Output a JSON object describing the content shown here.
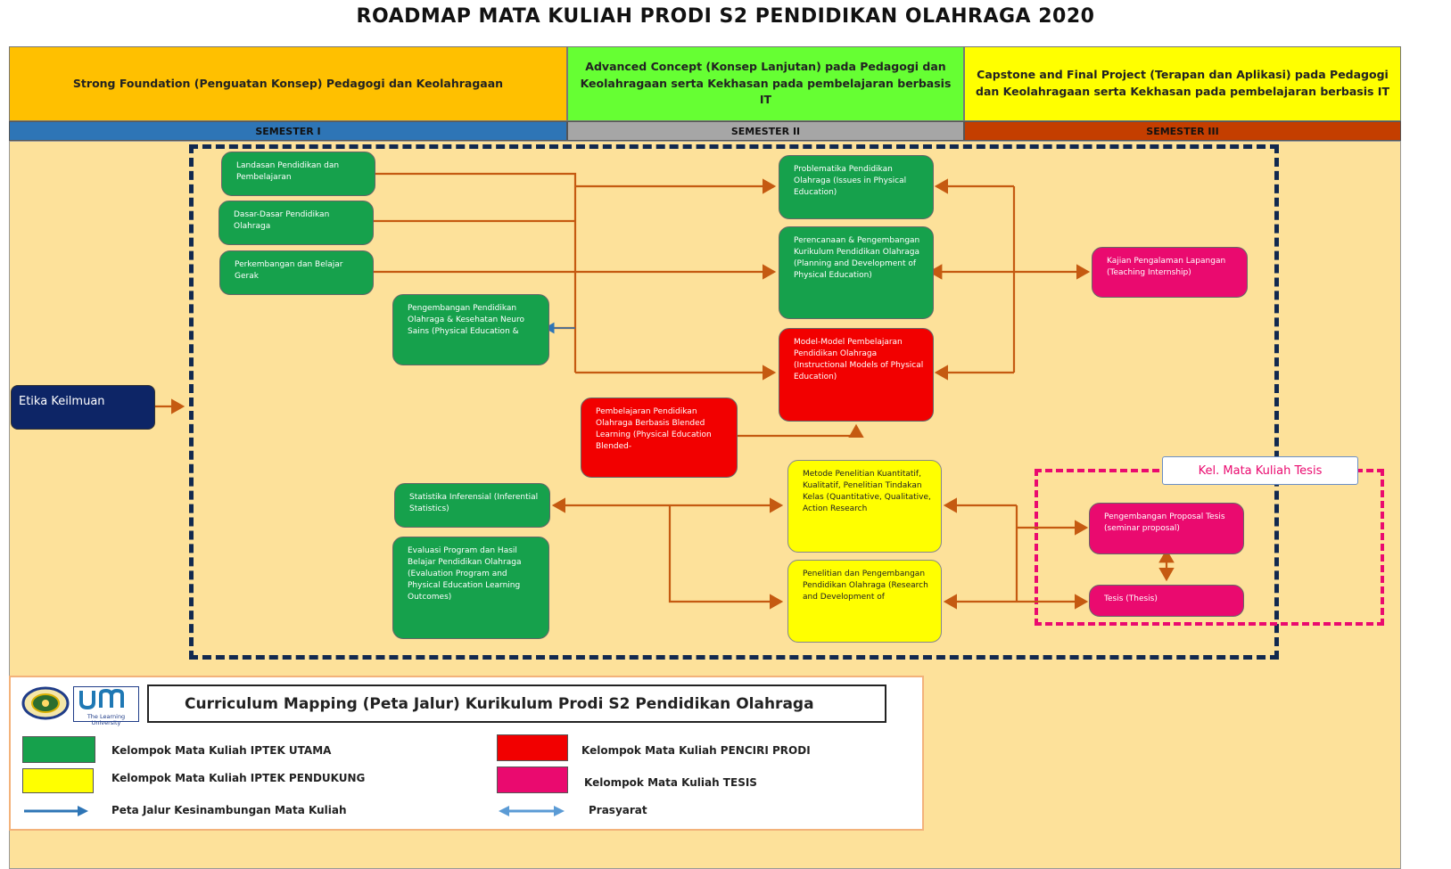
{
  "title": "ROADMAP MATA KULIAH PRODI S2 PENDIDIKAN OLAHRAGA 2020",
  "bands": [
    {
      "text": "Strong Foundation (Penguatan Konsep) Pedagogi dan Keolahragaan",
      "color": "#ffc000"
    },
    {
      "text": "Advanced Concept (Konsep Lanjutan) pada Pedagogi dan Keolahragaan serta Kekhasan pada pembelajaran berbasis IT",
      "color": "#66ff33"
    },
    {
      "text": "Capstone and Final Project (Terapan dan Aplikasi) pada Pedagogi dan Keolahragaan serta Kekhasan pada pembelajaran berbasis IT",
      "color": "#ffff00"
    }
  ],
  "semesters": [
    {
      "label": "SEMESTER I",
      "color": "#2e75b6"
    },
    {
      "label": "SEMESTER II",
      "color": "#a6a6a6"
    },
    {
      "label": "SEMESTER III",
      "color": "#c43e00"
    }
  ],
  "courses": {
    "landasan": "Landasan Pendidikan dan Pembelajaran",
    "dasar": "Dasar-Dasar Pendidikan Olahraga",
    "perkembangan": "Perkembangan dan Belajar Gerak",
    "neuro": "Pengembangan Pendidikan Olahraga & Kesehatan Neuro Sains (Physical Education &",
    "etika": "Etika Keilmuan",
    "problematika": "Problematika Pendidikan Olahraga (Issues in Physical Education)",
    "perencanaan": "Perencanaan & Pengembangan Kurikulum Pendidikan Olahraga (Planning and Development of Physical Education)",
    "model": "Model-Model Pembelajaran Pendidikan Olahraga (Instructional Models of Physical Education)",
    "blended": "Pembelajaran Pendidikan Olahraga Berbasis Blended Learning (Physical Education Blended-",
    "kajian": "Kajian Pengalaman Lapangan (Teaching Internship)",
    "statistika": "Statistika Inferensial (Inferential Statistics)",
    "evaluasi": "Evaluasi Program dan Hasil Belajar Pendidikan Olahraga (Evaluation Program and Physical Education Learning Outcomes)",
    "metode": "Metode Penelitian Kuantitatif, Kualitatif, Penelitian Tindakan Kelas (Quantitative, Qualitative, Action Research",
    "rnd": "Penelitian dan Pengembangan Pendidikan Olahraga (Research and Development of",
    "proposal": "Pengembangan Proposal Tesis (seminar proposal)",
    "tesis": "Tesis (Thesis)"
  },
  "thesis_group_label": "Kel. Mata Kuliah Tesis",
  "legend": {
    "title": "Curriculum Mapping (Peta Jalur) Kurikulum Prodi S2 Pendidikan Olahraga",
    "logo_text": "The Learning University",
    "items": [
      {
        "label": "Kelompok Mata Kuliah IPTEK UTAMA",
        "color": "#16a14c"
      },
      {
        "label": "Kelompok Mata Kuliah IPTEK PENDUKUNG",
        "color": "#ffff00"
      },
      {
        "label": "Kelompok Mata Kuliah PENCIRI PRODI",
        "color": "#f20000"
      },
      {
        "label": "Kelompok Mata Kuliah TESIS",
        "color": "#ea0a6f"
      }
    ],
    "arrow_continuity": "Peta Jalur Kesinambungan Mata Kuliah",
    "arrow_prereq": "Prasyarat"
  },
  "colors": {
    "arrow": "#c55a11",
    "arrow_blue": "#2e75b6",
    "panel": "#fde19a"
  }
}
